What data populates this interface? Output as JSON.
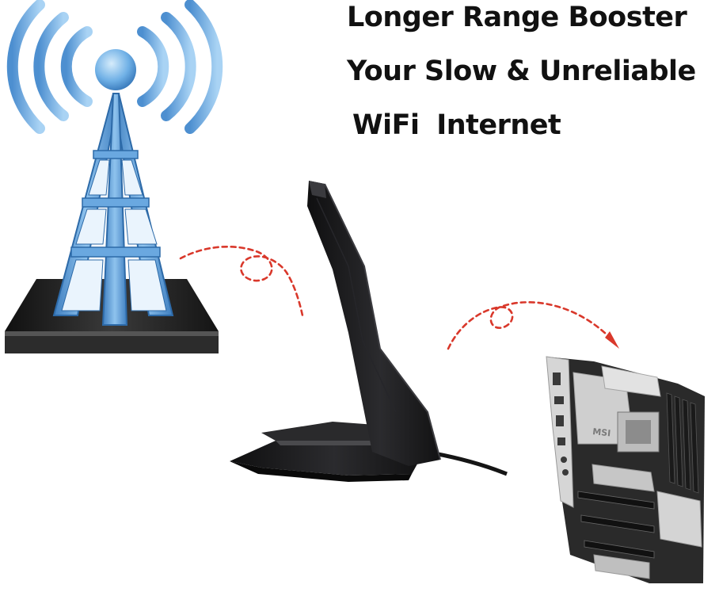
{
  "headline": {
    "line1": "Longer Range Booster",
    "line2": "Your Slow & Unreliable",
    "line3": "WiFi  Internet"
  },
  "logos": {
    "board_brand": "MSI"
  },
  "colors": {
    "background": "#ffffff",
    "text": "#111111",
    "tower_blue": "#5b9bd5",
    "signal_arrow": "#d9382b",
    "antenna_black": "#1b1b1d",
    "motherboard_silver": "#c9c9c9",
    "motherboard_dark": "#2a2a2a"
  },
  "icons": [
    "wifi-signal-waves-icon",
    "radio-tower-icon",
    "signal-arrow-icon",
    "antenna-icon",
    "motherboard-icon"
  ]
}
